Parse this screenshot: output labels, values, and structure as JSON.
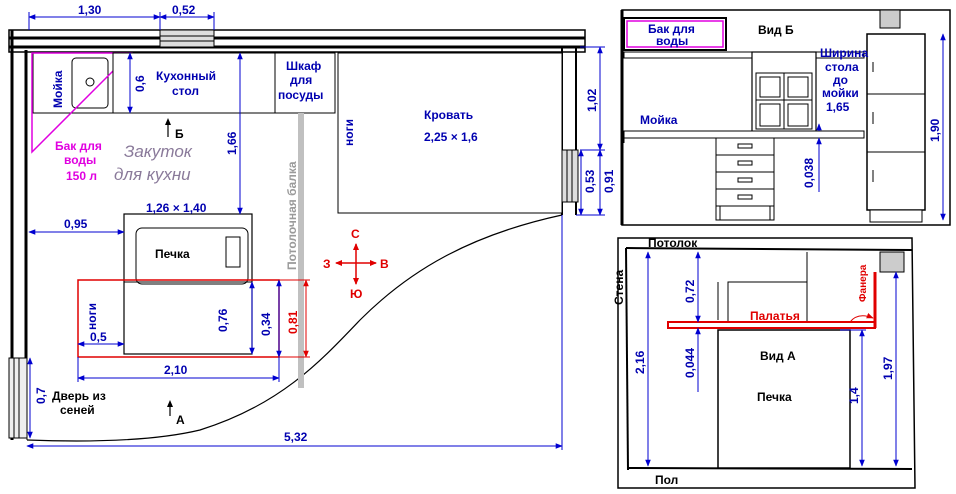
{
  "colors": {
    "wall": "#000000",
    "dimension": "#0000d0",
    "water_tank": "#e000e0",
    "platform": "#e00000",
    "beam": "#b0b0b0",
    "text": "#000000"
  },
  "plan": {
    "dims": {
      "w_130": "1,30",
      "w_052": "0,52",
      "w_166": "1,66",
      "w_06": "0,6",
      "w_102": "1,02",
      "w_053": "0,53",
      "w_091": "0,91",
      "w_095": "0,95",
      "w_stove": "1,26 × 1,40",
      "w_076": "0,76",
      "w_034": "0,34",
      "w_081": "0,81",
      "w_05": "0,5",
      "w_210": "2,10",
      "w_07": "0,7",
      "w_532": "5,32"
    },
    "labels": {
      "sink": "Мойка",
      "kitchen_table": [
        "Кухонный",
        "стол"
      ],
      "dish_cabinet": [
        "Шкаф",
        "для",
        "посуды"
      ],
      "bed": "Кровать",
      "bed_size": "2,25 × 1,6",
      "bed_legs": "ноги",
      "tank": [
        "Бак для",
        "воды",
        "150 л"
      ],
      "nook": [
        "Закуток",
        "для кухни"
      ],
      "stove": "Печка",
      "stove_legs": "ноги",
      "beam": "Потолочная балка",
      "door": [
        "Дверь из",
        "сеней"
      ],
      "view_b": "Б",
      "view_a": "А",
      "compass": {
        "n": "С",
        "s": "Ю",
        "w": "З",
        "e": "В"
      }
    }
  },
  "view_b": {
    "title": "Вид Б",
    "tank": [
      "Бак для",
      "воды"
    ],
    "sink": "Мойка",
    "table_width": [
      "Ширина",
      "стола",
      "до",
      "мойки",
      "1,65"
    ],
    "dims": {
      "h_038": "0,038",
      "h_190": "1,90"
    }
  },
  "view_a": {
    "title": "Вид А",
    "ceiling": "Потолок",
    "wall": "Стена",
    "floor": "Пол",
    "platform": "Палатья",
    "plywood": "Фанера",
    "stove": "Печка",
    "dims": {
      "h_216": "2,16",
      "h_072": "0,72",
      "h_0044": "0,044",
      "h_14": "1,4",
      "h_197": "1,97"
    }
  }
}
